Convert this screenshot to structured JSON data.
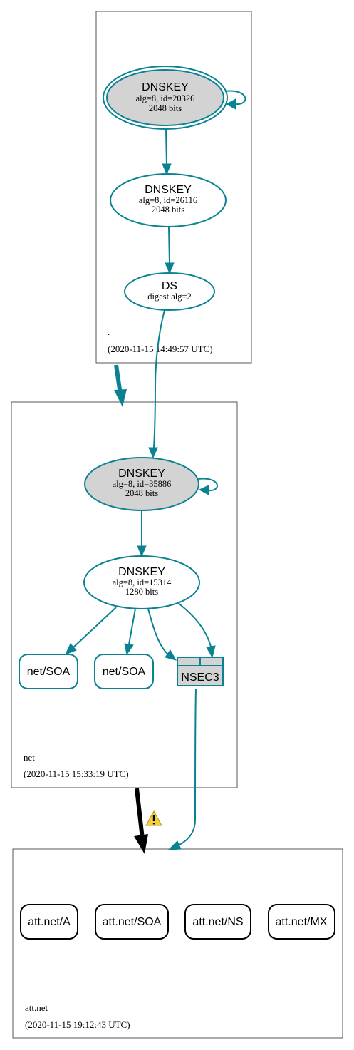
{
  "colors": {
    "edge": "#0a8291",
    "key_fill": "#d3d3d3",
    "delegation_secure": "#0a8291",
    "delegation_insecure": "#000000",
    "warning": "#f4d03f"
  },
  "zones": {
    "root": {
      "name": ".",
      "timestamp": "(2020-11-15 14:49:57 UTC)",
      "ksk": {
        "title": "DNSKEY",
        "alg": "alg=8, id=20326",
        "bits": "2048 bits"
      },
      "zsk": {
        "title": "DNSKEY",
        "alg": "alg=8, id=26116",
        "bits": "2048 bits"
      },
      "ds": {
        "title": "DS",
        "digest": "digest alg=2"
      }
    },
    "net": {
      "name": "net",
      "timestamp": "(2020-11-15 15:33:19 UTC)",
      "ksk": {
        "title": "DNSKEY",
        "alg": "alg=8, id=35886",
        "bits": "2048 bits"
      },
      "zsk": {
        "title": "DNSKEY",
        "alg": "alg=8, id=15314",
        "bits": "1280 bits"
      },
      "soa1": "net/SOA",
      "soa2": "net/SOA",
      "nsec3": "NSEC3"
    },
    "att": {
      "name": "att.net",
      "timestamp": "(2020-11-15 19:12:43 UTC)",
      "rr_a": "att.net/A",
      "rr_soa": "att.net/SOA",
      "rr_ns": "att.net/NS",
      "rr_mx": "att.net/MX"
    }
  },
  "icons": {
    "warning": "warning-icon"
  }
}
